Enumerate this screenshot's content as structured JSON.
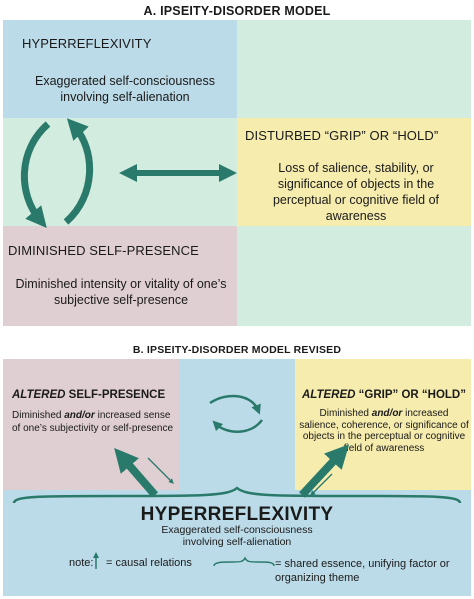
{
  "partA": {
    "title": "A.   IPSEITY-DISORDER MODEL",
    "hyper": {
      "heading": "HYPERREFLEXIVITY",
      "desc": "Exaggerated self-consciousness involving self-alienation"
    },
    "grip": {
      "heading": "DISTURBED “GRIP” OR “HOLD”",
      "desc": "Loss of salience, stability, or significance of objects in the perceptual or cognitive field of awareness"
    },
    "presence": {
      "heading": "DIMINISHED SELF-PRESENCE",
      "desc": "Diminished intensity or vitality of one’s subjective self-presence"
    }
  },
  "partB": {
    "title": "B.   IPSEITY-DISORDER MODEL REVISED",
    "left": {
      "heading_italic": "ALTERED",
      "heading_rest": " SELF-PRESENCE",
      "desc_pre": "Diminished ",
      "desc_em": "and/or",
      "desc_post": " increased sense of one’s subjectivity or self-presence"
    },
    "right": {
      "heading_italic": "ALTERED",
      "heading_rest": " “GRIP” OR “HOLD”",
      "desc_pre": "Diminished ",
      "desc_em": "and/or",
      "desc_post": " increased salience, coherence, or significance of objects in the perceptual or cognitive field of awareness"
    },
    "hyper": {
      "heading": "HYPERREFLEXIVITY",
      "desc": "Exaggerated self-consciousness involving self-alienation"
    },
    "note": {
      "label": "note:",
      "causal": "= causal relations",
      "shared": "= shared essence, unifying factor or organizing theme"
    }
  },
  "colors": {
    "blue": "#bcdbe8",
    "mint": "#d2ecdf",
    "yellow": "#f6ecae",
    "pink": "#dfcfd2",
    "arrow": "#2a7a6c"
  }
}
